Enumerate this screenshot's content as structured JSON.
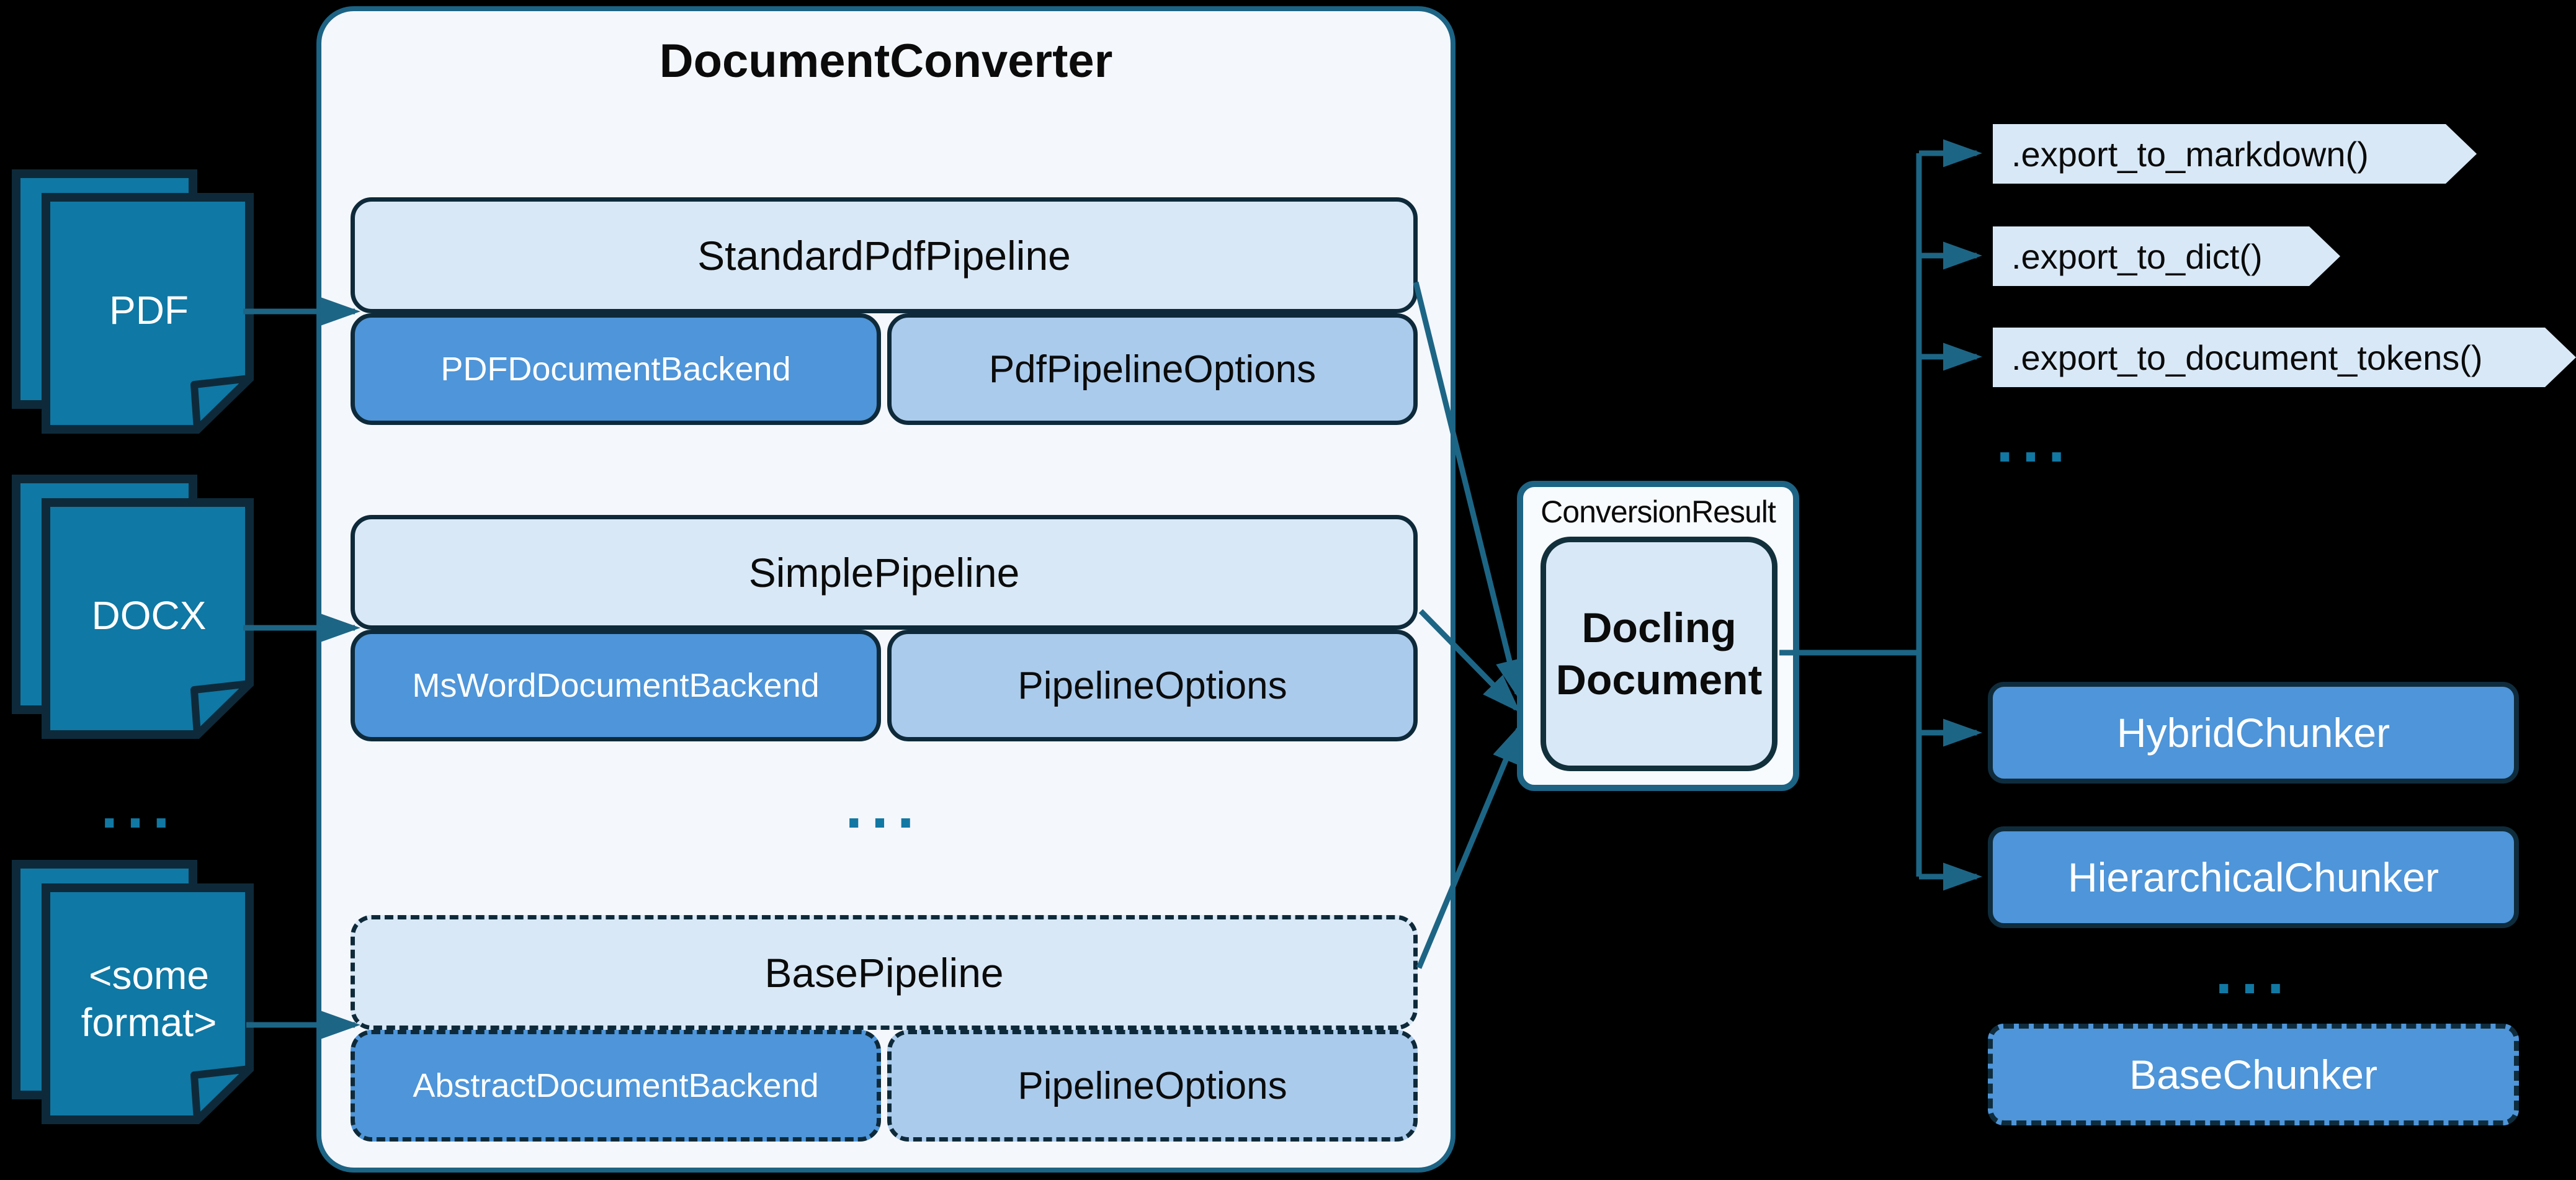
{
  "title": "DocumentConverter",
  "inputs": {
    "pdf": "PDF",
    "docx": "DOCX",
    "ellipsis": "...",
    "some_format_line1": "<some",
    "some_format_line2": "format>"
  },
  "converter": {
    "rows": [
      {
        "pipeline": "StandardPdfPipeline",
        "backend": "PDFDocumentBackend",
        "options": "PdfPipelineOptions"
      },
      {
        "pipeline": "SimplePipeline",
        "backend": "MsWordDocumentBackend",
        "options": "PipelineOptions"
      },
      {
        "pipeline": "BasePipeline",
        "backend": "AbstractDocumentBackend",
        "options": "PipelineOptions"
      }
    ],
    "ellipsis": "..."
  },
  "result": {
    "label": "ConversionResult",
    "doc_line1": "Docling",
    "doc_line2": "Document"
  },
  "exports": {
    "items": [
      ".export_to_markdown()",
      ".export_to_dict()",
      ".export_to_document_tokens()"
    ],
    "ellipsis": "..."
  },
  "chunkers": {
    "hybrid": "HybridChunker",
    "hierarchical": "HierarchicalChunker",
    "ellipsis": "...",
    "base": "BaseChunker"
  },
  "colors": {
    "background": "#000000",
    "arrow_teal": "#1d6585",
    "icon_fill": "#0f78a4",
    "dark_border": "#0e2a3a",
    "light_blue": "#d9e8f6",
    "mid_blue": "#4e95d9",
    "soft_blue": "#abcbec",
    "panel_fill": "#f4f7fc"
  }
}
